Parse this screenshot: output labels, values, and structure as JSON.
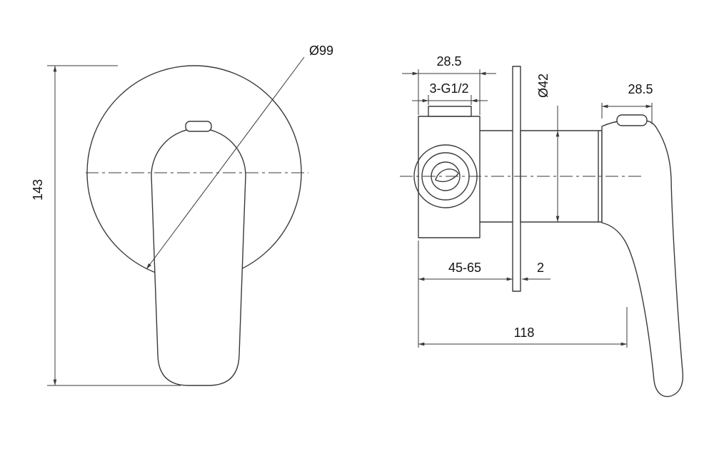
{
  "colors": {
    "line": "#3a3a3a",
    "text": "#141414",
    "background": "#ffffff"
  },
  "front_view": {
    "diameter": "Ø99",
    "height": "143"
  },
  "side_view": {
    "body_width": "28.5",
    "thread": "3-G1/2",
    "sleeve_diameter": "Ø42",
    "handle_head_width": "28.5",
    "wall_depth_range": "45-65",
    "plate_thickness": "2",
    "overall_depth": "118"
  }
}
